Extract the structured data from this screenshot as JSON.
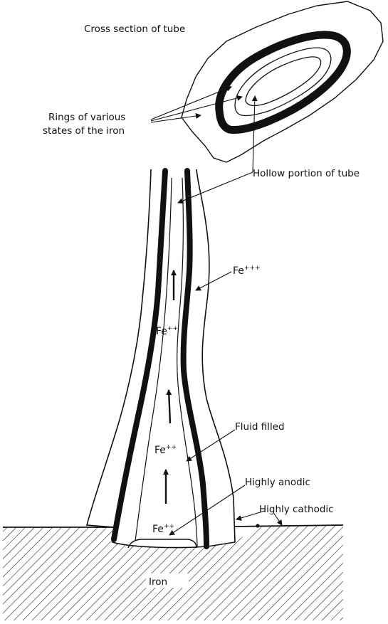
{
  "labels": {
    "cross_section": "Cross section of tube",
    "rings_line1": "Rings of various",
    "rings_line2": "states of the iron",
    "hollow": "Hollow portion of tube",
    "fe3": "Fe",
    "fe3_charge": "+++",
    "fluid": "Fluid filled",
    "fe2_top": "Fe",
    "fe2_top_charge": "++",
    "fe2_mid": "Fe",
    "fe2_mid_charge": "++",
    "fe2_bottom": "Fe",
    "fe2_bottom_charge": "++",
    "anodic": "Highly anodic",
    "cathodic": "Highly cathodic",
    "iron": "Iron"
  },
  "colors": {
    "ink": "#111111",
    "background": "#ffffff"
  }
}
